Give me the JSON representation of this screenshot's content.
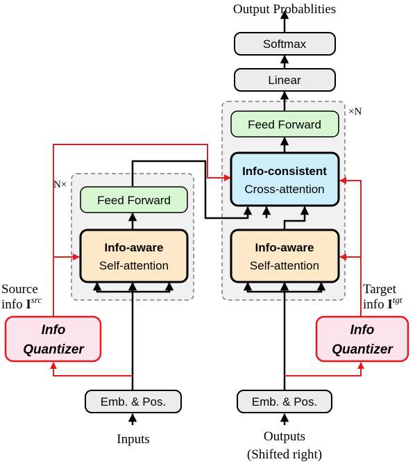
{
  "outputs": {
    "probabilities_label": "Output Probablities",
    "softmax_label": "Softmax",
    "linear_label": "Linear"
  },
  "encoder": {
    "repeat_label": "N×",
    "feed_forward_label": "Feed Forward",
    "attention_title": "Info-aware",
    "attention_subtitle": "Self-attention",
    "embedding_label": "Emb. &  Pos.",
    "input_label": "Inputs",
    "info_label_line1": "Source",
    "info_label_line2_prefix": "info ",
    "info_symbol": "I",
    "info_superscript": "src",
    "quantizer_line1": "Info",
    "quantizer_line2": "Quantizer"
  },
  "decoder": {
    "repeat_label": "×N",
    "feed_forward_label": "Feed Forward",
    "cross_title": "Info-consistent",
    "cross_subtitle": "Cross-attention",
    "attention_title": "Info-aware",
    "attention_subtitle": "Self-attention",
    "embedding_label": "Emb. &  Pos.",
    "output_label_line1": "Outputs",
    "output_label_line2": "(Shifted right)",
    "info_label_line1": "Target",
    "info_label_line2_prefix": "info ",
    "info_symbol": "I",
    "info_superscript": "tgt",
    "quantizer_line1": "Info",
    "quantizer_line2": "Quantizer"
  },
  "colors": {
    "info_flow": "#e8191c",
    "feed_forward_fill": "#d7f7d3",
    "attention_fill": "#fde9c8",
    "cross_attention_fill": "#cdeffc",
    "quantizer_fill": "#fde3ec",
    "gray_block_fill": "#ececec",
    "layer_group_fill": "#f1f1f1"
  }
}
